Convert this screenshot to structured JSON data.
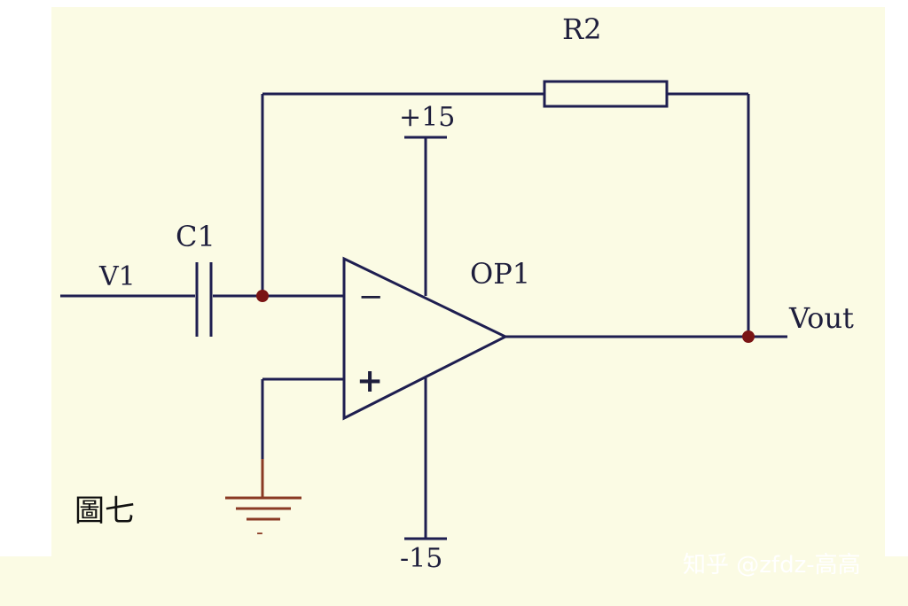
{
  "diagram": {
    "labels": {
      "r2": "R2",
      "vplus": "+15",
      "vminus": "-15",
      "c1": "C1",
      "v1": "V1",
      "op1": "OP1",
      "vout": "Vout",
      "inv": "−",
      "noninv": "+",
      "ground_mark": "-"
    },
    "caption": "圖七",
    "watermark": "知乎 @zfdz-高高",
    "colors": {
      "background": "#fbfbe4",
      "wire": "#1e1e50",
      "node": "#7a1414",
      "ground": "#8a3a24"
    }
  }
}
